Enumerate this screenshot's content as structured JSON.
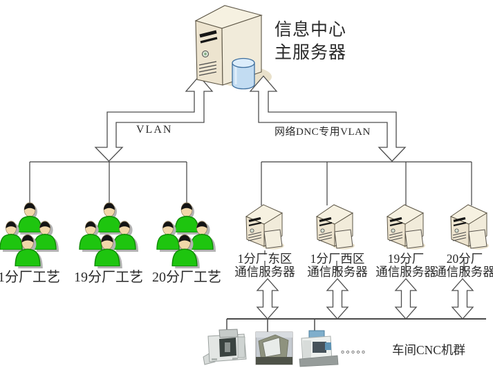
{
  "title": "信息中心\n主服务器",
  "links": {
    "vlan": "VLAN",
    "dnc_vlan": "网络DNC专用VLAN"
  },
  "workgroups": [
    {
      "label": "1分厂工艺"
    },
    {
      "label": "19分厂工艺"
    },
    {
      "label": "20分厂工艺"
    }
  ],
  "comm_servers": [
    {
      "line1": "1分厂东区",
      "line2": "通信服务器"
    },
    {
      "line1": "1分厂西区",
      "line2": "通信服务器"
    },
    {
      "line1": "19分厂",
      "line2": "通信服务器"
    },
    {
      "line1": "20分厂",
      "line2": "通信服务器"
    }
  ],
  "cnc": {
    "dots": "。。。。。",
    "label": "车间CNC机群"
  },
  "colors": {
    "crowd_green": "#1EC50F",
    "crowd_green_dark": "#0F8A04",
    "face_beige": "#F1D7A9",
    "tower_cream": "#F1EBDA",
    "tower_top": "#F6F1E1",
    "shadow_beige": "#E9E1CB",
    "database_blue": "#C2DCF2",
    "database_blue_dark": "#3E6F9E",
    "line_gray": "#4A4A4A"
  }
}
